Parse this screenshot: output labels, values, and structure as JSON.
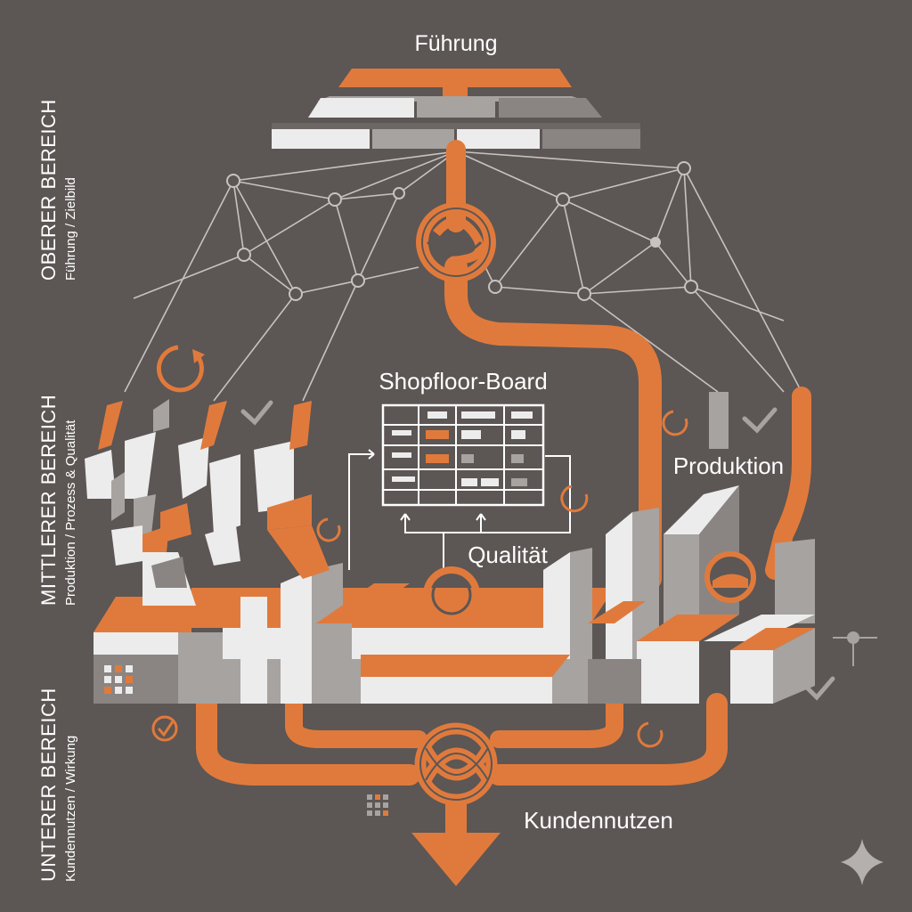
{
  "colors": {
    "background": "#5c5654",
    "accent": "#e07a3c",
    "light": "#ececec",
    "mid_gray": "#a7a3a1",
    "dark_gray": "#8a8583",
    "line": "#c7c3c1"
  },
  "labels": {
    "top": "Führung",
    "board": "Shopfloor-Board",
    "production": "Produktion",
    "quality": "Qualität",
    "customer": "Kundennutzen"
  },
  "side_sections": [
    {
      "title": "OBERER BEREICH",
      "subtitle": "Führung / Zielbild"
    },
    {
      "title": "MITTLERER BEREICH",
      "subtitle": "Produktion / Prozess & Qualität"
    },
    {
      "title": "UNTERER BEREICH",
      "subtitle": "Kundennutzen / Wirkung"
    }
  ],
  "icons": {
    "cycle": "cycle-arrow-icon",
    "check": "checkmark-icon",
    "knot": "knot-icon",
    "sparkle": "sparkle-icon",
    "grid": "grid-icon"
  }
}
